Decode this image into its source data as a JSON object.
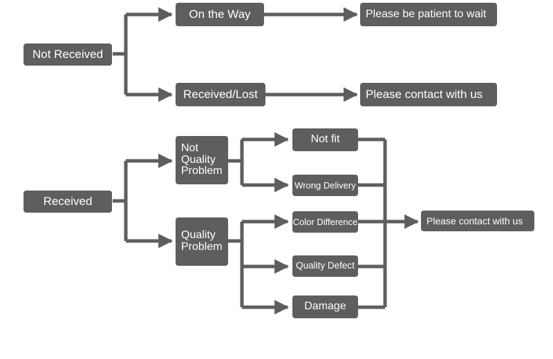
{
  "colors": {
    "box": "#5e5e5e",
    "connector": "#5e5e5e",
    "text": "#ffffff",
    "background": "#ffffff"
  },
  "top": {
    "root": "Not Received",
    "branch_on_way": "On the Way",
    "result_on_way": "Please be patient to wait",
    "branch_lost": "Received/Lost",
    "result_lost": "Please contact with us"
  },
  "bottom": {
    "root": "Received",
    "not_quality": [
      "Not",
      "Quality",
      "Problem"
    ],
    "quality": [
      "Quality",
      "Problem"
    ],
    "not_fit": "Not fit",
    "wrong_delivery": "Wrong Delivery",
    "color_difference": "Color Difference",
    "quality_defect": "Quality Defect",
    "damage": "Damage",
    "result": "Please contact with us"
  }
}
